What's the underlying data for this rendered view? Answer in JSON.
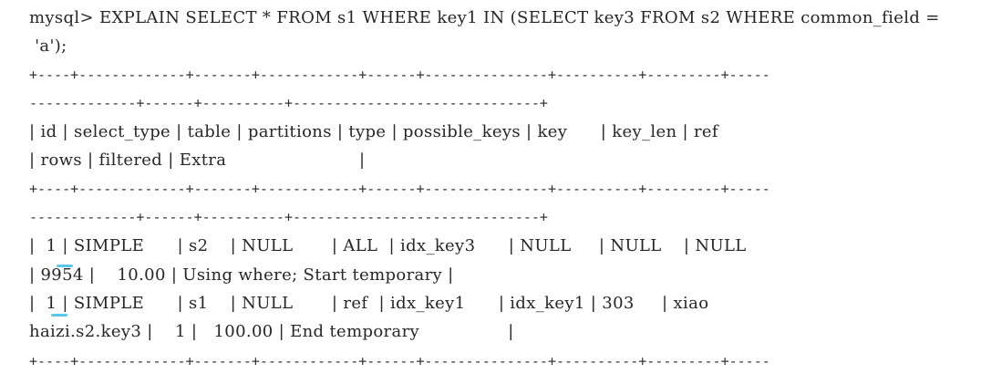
{
  "query": {
    "line1": "mysql> EXPLAIN SELECT * FROM s1 WHERE key1 IN (SELECT key3 FROM s2 WHERE common_field =",
    "line2": " 'a');"
  },
  "table_border": {
    "seg1": "+----+-------------+-------+------------+------+---------------+----------+---------+-----",
    "seg2": "-------------+------+----------+------------------------------+"
  },
  "header": {
    "line1": "| id | select_type | table | partitions | type | possible_keys | key      | key_len | ref",
    "line2": "| rows | filtered | Extra                        |"
  },
  "rows": [
    {
      "line1": "|  1 | SIMPLE      | s2    | NULL       | ALL  | idx_key3      | NULL     | NULL    | NULL",
      "line2": "| 9954 |    10.00 | Using where; Start temporary |"
    },
    {
      "line1": "|  1 | SIMPLE      | s1    | NULL       | ref  | idx_key1      | idx_key1 | 303     | xiao",
      "line2": "haizi.s2.key3 |    1 |   100.00 | End temporary                |"
    }
  ],
  "highlight_color": "#5ac8e8"
}
